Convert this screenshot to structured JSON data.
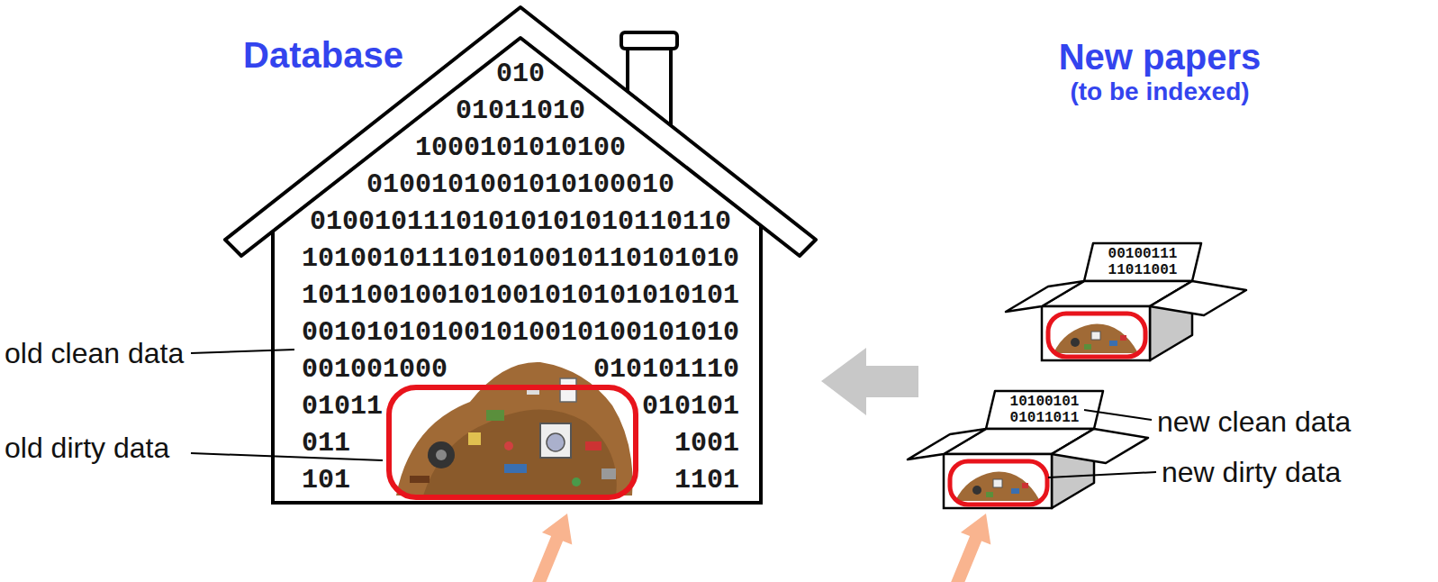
{
  "diagram": {
    "nodes": [
      {
        "text": [
          "Database",
          "010",
          "01011010",
          "1000101010100",
          "0100101001010100010",
          "01001011101010101010110110",
          "101001011101010010110101010",
          "101100100101001010101010101",
          "001010101001010010100101010",
          "001001000",
          "010101110",
          "01011",
          "010101",
          "011",
          "1001",
          "101",
          "1101"
        ]
      },
      {
        "text": [
          "00100111 11011001"
        ]
      },
      {
        "text": [
          "10100101 01011011"
        ]
      }
    ],
    "labels": [
      "New papers",
      "(to be indexed)",
      "old clean data",
      "old dirty data",
      "new clean data",
      "new dirty data"
    ]
  }
}
